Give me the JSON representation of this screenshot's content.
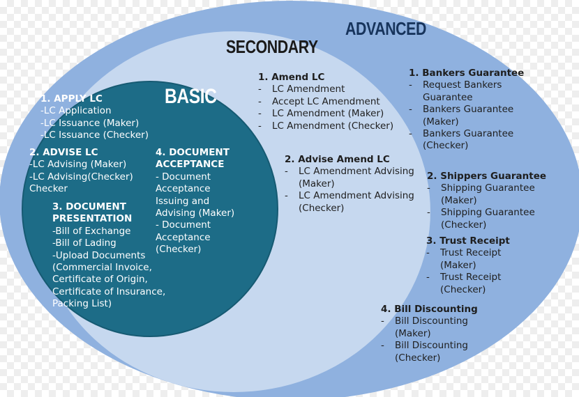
{
  "titles": {
    "advanced": "ADVANCED",
    "secondary": "SECONDARY",
    "basic": "BASIC"
  },
  "basic": {
    "apply_lc": {
      "heading": "1.  APPLY LC",
      "items": [
        "-LC Application",
        "-LC Issuance (Maker)",
        "-LC Issuance (Checker)"
      ]
    },
    "advise_lc": {
      "heading": "2. ADVISE LC",
      "items": [
        "-LC Advising (Maker)",
        "-LC Advising(Checker)",
        "Checker"
      ]
    },
    "document_presentation": {
      "heading_line1": "3. DOCUMENT",
      "heading_line2": "PRESENTATION",
      "items": [
        "-Bill of Exchange",
        "-Bill of Lading",
        "-Upload Documents",
        "(Commercial Invoice,",
        "Certificate of Origin,",
        "Certificate of Insurance,",
        "Packing List)"
      ]
    },
    "document_acceptance": {
      "heading_line1": "4. DOCUMENT",
      "heading_line2": "ACCEPTANCE",
      "items": [
        "- Document",
        "Acceptance",
        "Issuing and",
        "Advising (Maker)",
        "- Document",
        "Acceptance",
        "(Checker)"
      ]
    }
  },
  "secondary": {
    "amend_lc": {
      "heading": "1.  Amend LC",
      "items": [
        "LC Amendment",
        "Accept LC Amendment",
        "LC Amendment (Maker)",
        "LC Amendment (Checker)"
      ]
    },
    "advise_amend_lc": {
      "heading": "2. Advise Amend LC",
      "item1": [
        "LC Amendment Advising",
        "(Maker)"
      ],
      "item2": [
        "LC Amendment Advising",
        "(Checker)"
      ]
    }
  },
  "advanced": {
    "bankers_guarantee": {
      "heading": "1.  Bankers Guarantee",
      "item1": [
        "Request Bankers",
        "Guarantee"
      ],
      "item2": [
        "Bankers Guarantee",
        "(Maker)"
      ],
      "item3": [
        "Bankers Guarantee",
        "(Checker)"
      ]
    },
    "shippers_guarantee": {
      "heading": "2. Shippers Guarantee",
      "item1": [
        "Shipping Guarantee",
        "(Maker)"
      ],
      "item2": [
        "Shipping Guarantee",
        "(Checker)"
      ]
    },
    "trust_receipt": {
      "heading": "3. Trust Receipt",
      "item1": [
        "Trust Receipt",
        "(Maker)"
      ],
      "item2": [
        "Trust Receipt",
        "(Checker)"
      ]
    },
    "bill_discounting": {
      "heading": "4. Bill Discounting",
      "item1": [
        "Bill Discounting",
        "(Maker)"
      ],
      "item2": [
        "Bill Discounting",
        "(Checker)"
      ]
    }
  },
  "colors": {
    "advanced_fill": "#8fb1df",
    "secondary_fill": "#c6d8ef",
    "basic_fill": "#1d6c87",
    "basic_stroke": "#165a72"
  }
}
